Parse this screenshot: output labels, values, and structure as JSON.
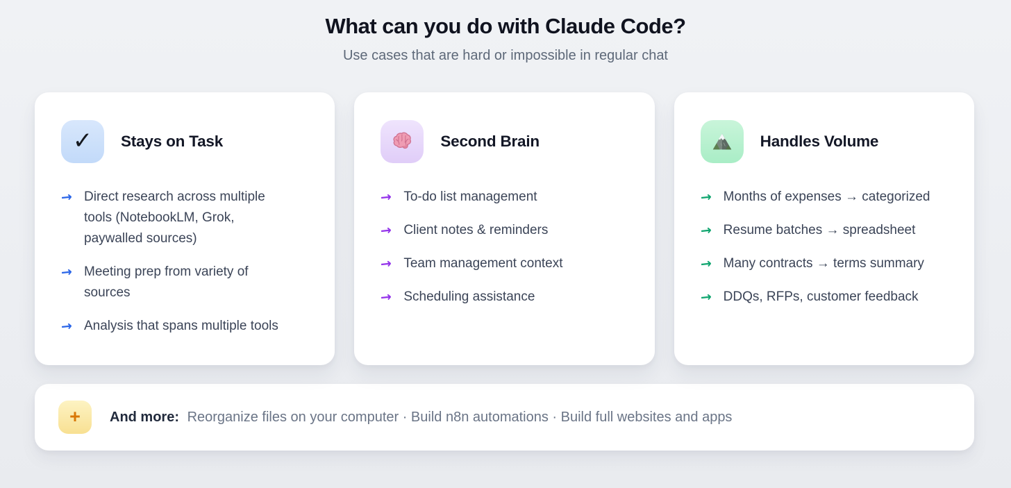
{
  "header": {
    "title": "What can you do with Claude Code?",
    "subtitle": "Use cases that are hard or impossible in regular chat"
  },
  "glyphs": {
    "bullet_arrow": "→",
    "check": "✓",
    "plus": "+"
  },
  "cards": [
    {
      "title": "Stays on Task",
      "icon": "check-icon",
      "accent": "#2b66e8",
      "icon_bg": "#cde0fb",
      "items": [
        "Direct research across multiple tools (NotebookLM, Grok, paywalled sources)",
        "Meeting prep from variety of sources",
        "Analysis that spans multiple tools"
      ]
    },
    {
      "title": "Second Brain",
      "icon": "brain-icon",
      "accent": "#9333ea",
      "icon_bg": "#e8d9fa",
      "items": [
        "To-do list management",
        "Client notes & reminders",
        "Team management context",
        "Scheduling assistance"
      ]
    },
    {
      "title": "Handles Volume",
      "icon": "mountain-icon",
      "accent": "#10a56f",
      "icon_bg": "#b9f1d0",
      "items": [
        "Months of expenses → categorized",
        "Resume batches → spreadsheet",
        "Many contracts → terms summary",
        "DDQs, RFPs, customer feedback"
      ]
    }
  ],
  "footer": {
    "icon": "plus-icon",
    "accent": "#d97706",
    "icon_bg": "#fbe8a4",
    "prefix": "And more:",
    "text": "Reorganize files on your computer · Build n8n automations · Build full websites and apps"
  }
}
